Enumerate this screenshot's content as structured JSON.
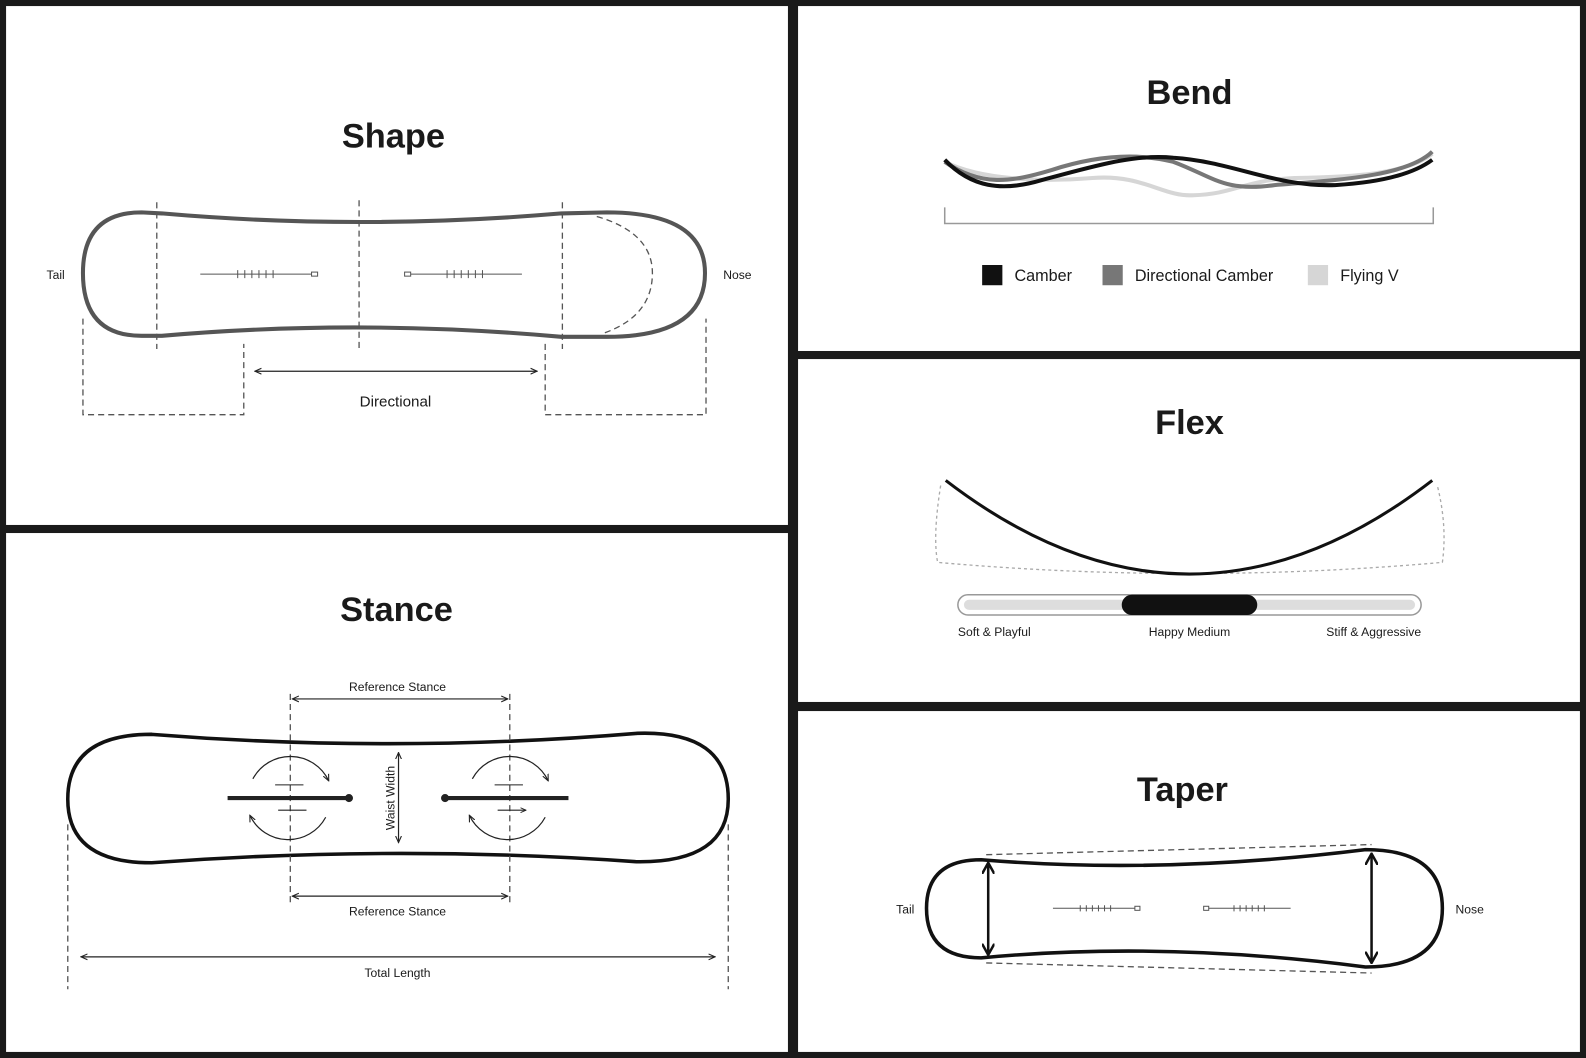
{
  "shape": {
    "title": "Shape",
    "tail": "Tail",
    "nose": "Nose",
    "type": "Directional"
  },
  "bend": {
    "title": "Bend",
    "legend": [
      {
        "label": "Camber",
        "color": "#111111"
      },
      {
        "label": "Directional Camber",
        "color": "#777777"
      },
      {
        "label": "Flying V",
        "color": "#d6d6d6"
      }
    ]
  },
  "flex": {
    "title": "Flex",
    "labels": [
      "Soft & Playful",
      "Happy Medium",
      "Stiff & Aggressive"
    ],
    "value": 0.5
  },
  "stance": {
    "title": "Stance",
    "reference_top": "Reference Stance",
    "reference_bottom": "Reference Stance",
    "waist": "Waist Width",
    "total": "Total Length"
  },
  "taper": {
    "title": "Taper",
    "tail": "Tail",
    "nose": "Nose"
  }
}
